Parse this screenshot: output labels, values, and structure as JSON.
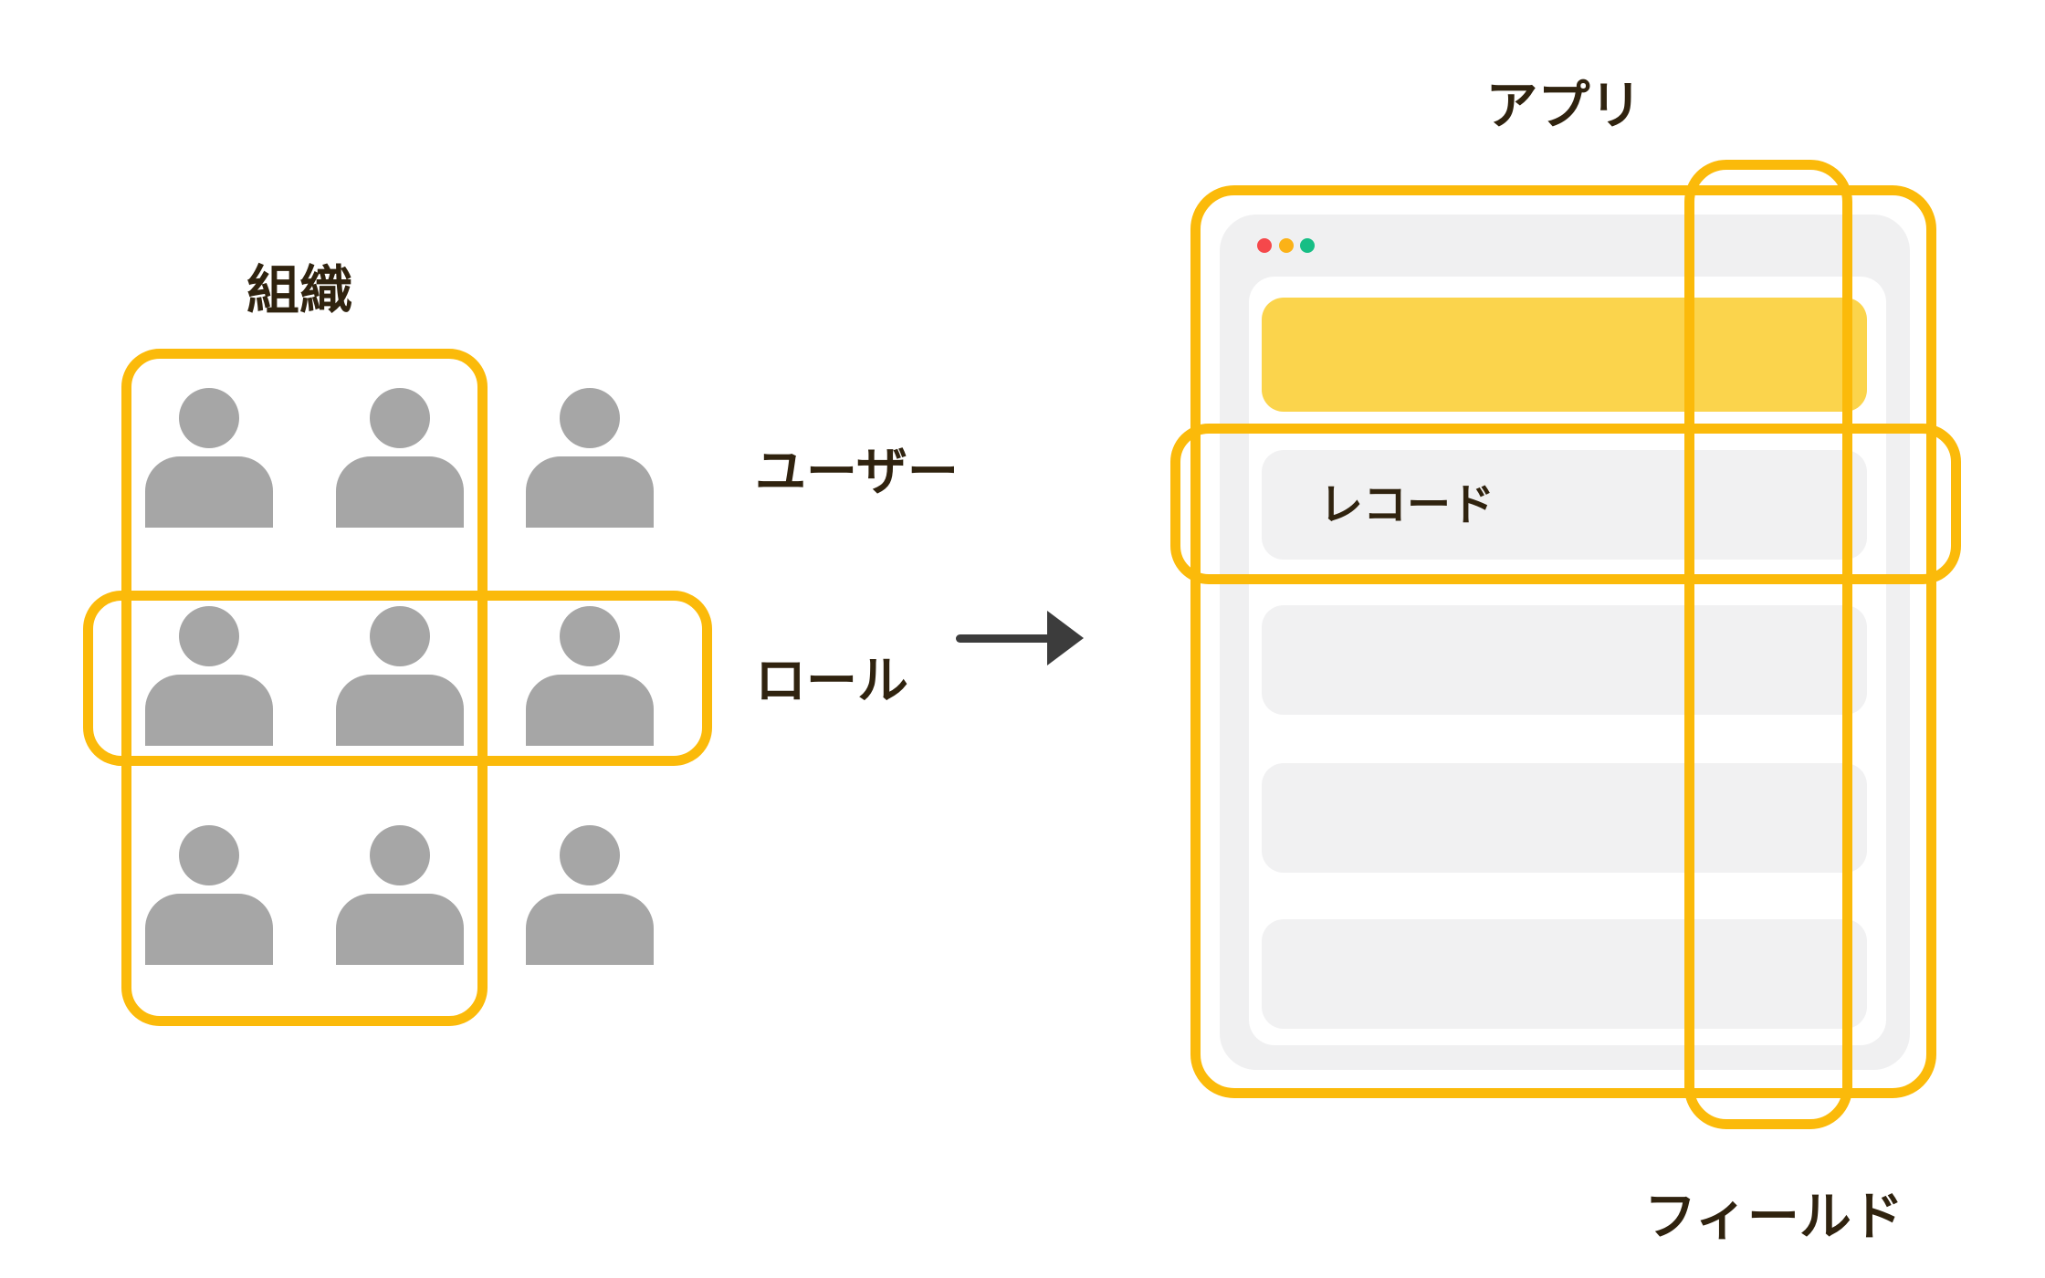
{
  "left_group": {
    "title": "組織",
    "users_label": "ユーザー",
    "role_label": "ロール",
    "member_grid": {
      "rows": 3,
      "cols": 3
    }
  },
  "app_window": {
    "title": "アプリ",
    "record_label": "レコード",
    "field_label": "フィールド",
    "record_row_count": 4,
    "traffic_lights": [
      "red",
      "amber",
      "green"
    ]
  },
  "icons": {
    "member": "person-silhouette-icon",
    "flow": "right-arrow-icon",
    "window_dots": [
      "red-dot-icon",
      "amber-dot-icon",
      "green-dot-icon"
    ]
  },
  "colors": {
    "background": "#FFFFFF",
    "accent_stroke": "#FBBA0A",
    "highlight_fill": "#FBD44C",
    "row_fill": "#F1F1F2",
    "panel_fill": "#F0F0F1",
    "person_fill": "#A6A6A6",
    "text": "#30230F",
    "arrow": "#3C3C3C",
    "dot_red": "#F5484B",
    "dot_amber": "#FBB217",
    "dot_green": "#17BE85"
  }
}
